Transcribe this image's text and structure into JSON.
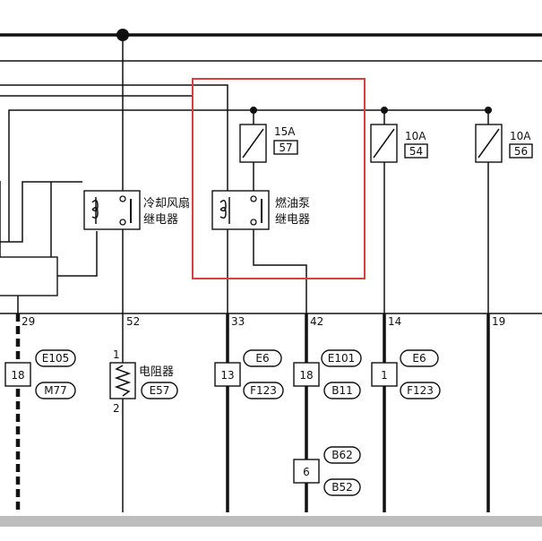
{
  "colors": {
    "highlight": "#e03c3c",
    "wire": "#111111",
    "ground_bar": "#bdbdbd"
  },
  "relays": {
    "cooling_fan": {
      "label_line1": "冷却风扇",
      "label_line2": "继电器"
    },
    "fuel_pump": {
      "label_line1": "燃油泵",
      "label_line2": "继电器"
    }
  },
  "fuses": [
    {
      "rating": "15A",
      "number": "57"
    },
    {
      "rating": "10A",
      "number": "54"
    },
    {
      "rating": "10A",
      "number": "56"
    }
  ],
  "pins": {
    "p29": "29",
    "p52": "52",
    "p33": "33",
    "p42": "42",
    "p14": "14",
    "p19": "19"
  },
  "resistor": {
    "label": "电阻器",
    "pin_top": "1",
    "pin_bottom": "2",
    "connector": "E57"
  },
  "connector_blocks": [
    {
      "number": "18",
      "top": "E105",
      "bottom": "M77"
    },
    {
      "number": "13",
      "top": "E6",
      "bottom": "F123"
    },
    {
      "number": "18",
      "top": "E101",
      "bottom": "B11"
    },
    {
      "number": "6",
      "top": "B62",
      "bottom": "B52"
    },
    {
      "number": "1",
      "top": "E6",
      "bottom": "F123"
    }
  ]
}
